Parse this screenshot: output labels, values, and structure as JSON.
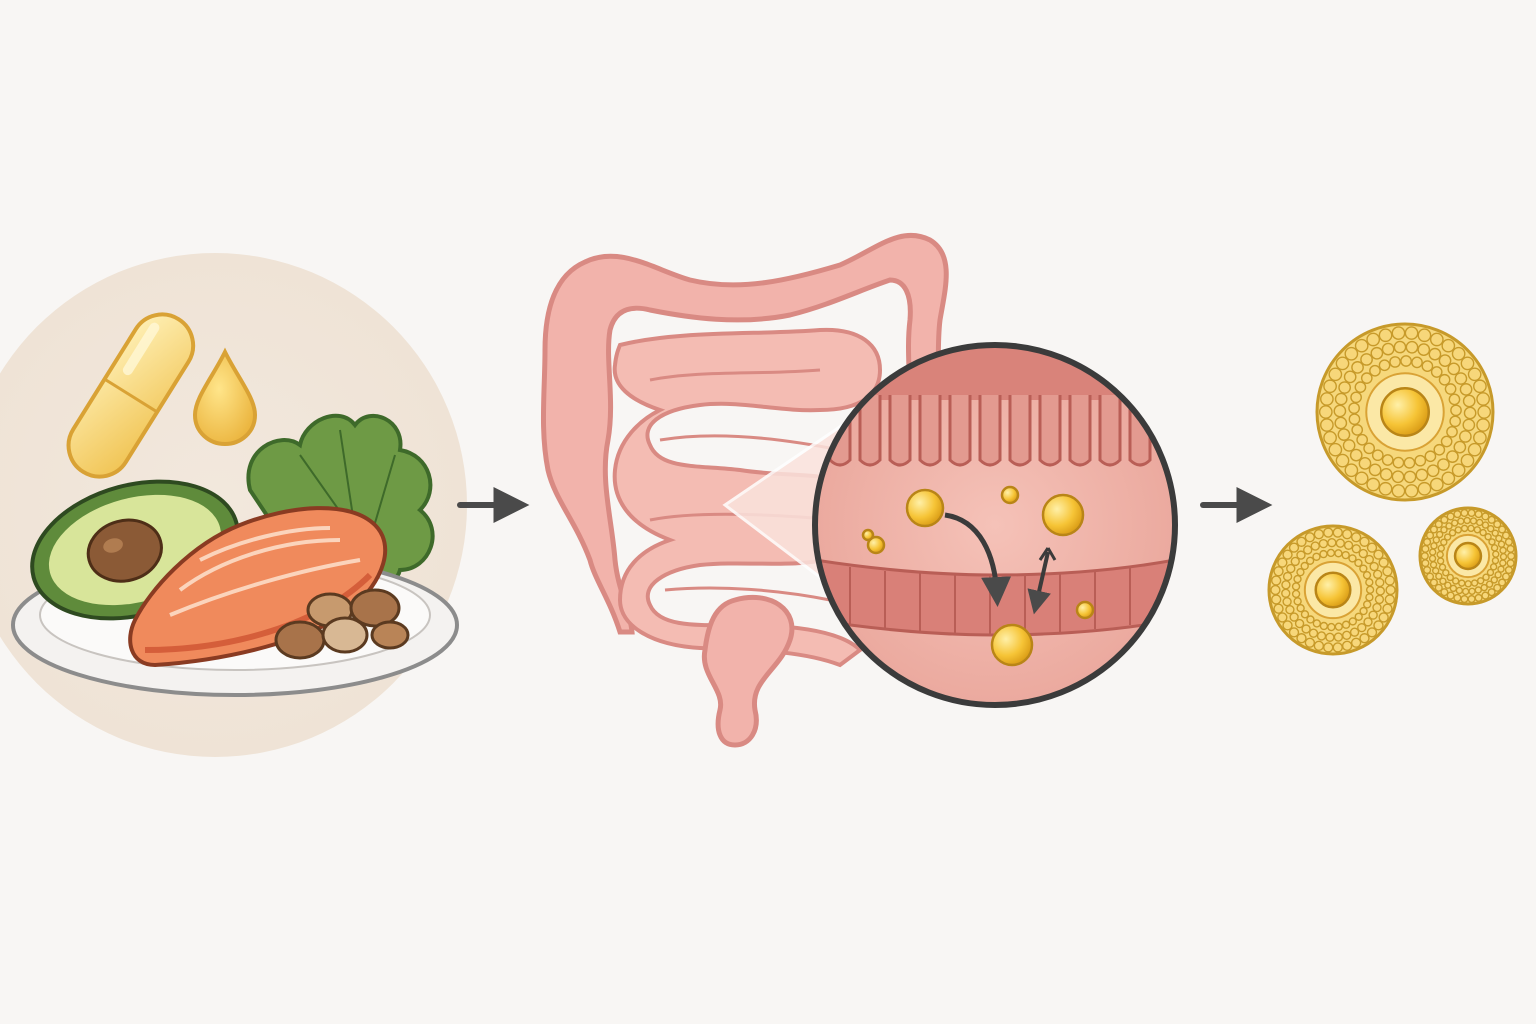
{
  "diagram": {
    "stages": [
      {
        "id": "diet",
        "icon": "fat-rich-food-plate-icon"
      },
      {
        "id": "intestine",
        "icon": "intestine-icon"
      },
      {
        "id": "absorption",
        "icon": "villi-absorption-magnifier-icon"
      },
      {
        "id": "micelles",
        "icon": "micelle-icon"
      }
    ],
    "arrows": [
      {
        "from": "diet",
        "to": "intestine"
      },
      {
        "from": "absorption",
        "to": "micelles"
      }
    ],
    "colors": {
      "background": "#f8f6f4",
      "plate_halo": "#f1e6da",
      "capsule": "#f5cf63",
      "oil_drop": "#f2c450",
      "avocado_skin": "#5f8b3b",
      "avocado_flesh": "#d8e59a",
      "avocado_pit": "#8b5a36",
      "salmon": "#f08a5c",
      "salmon_skin": "#d55e3a",
      "leaf": "#6e9a45",
      "nut": "#b07a4d",
      "intestine": "#f2b3ab",
      "intestine_outline": "#d98a83",
      "magnifier_outline": "#3b3b3b",
      "lipid_droplet": "#f7c23b",
      "micelle_shell": "#f1cf6a",
      "micelle_core": "#f2b726",
      "arrow": "#4a4a4a"
    }
  }
}
